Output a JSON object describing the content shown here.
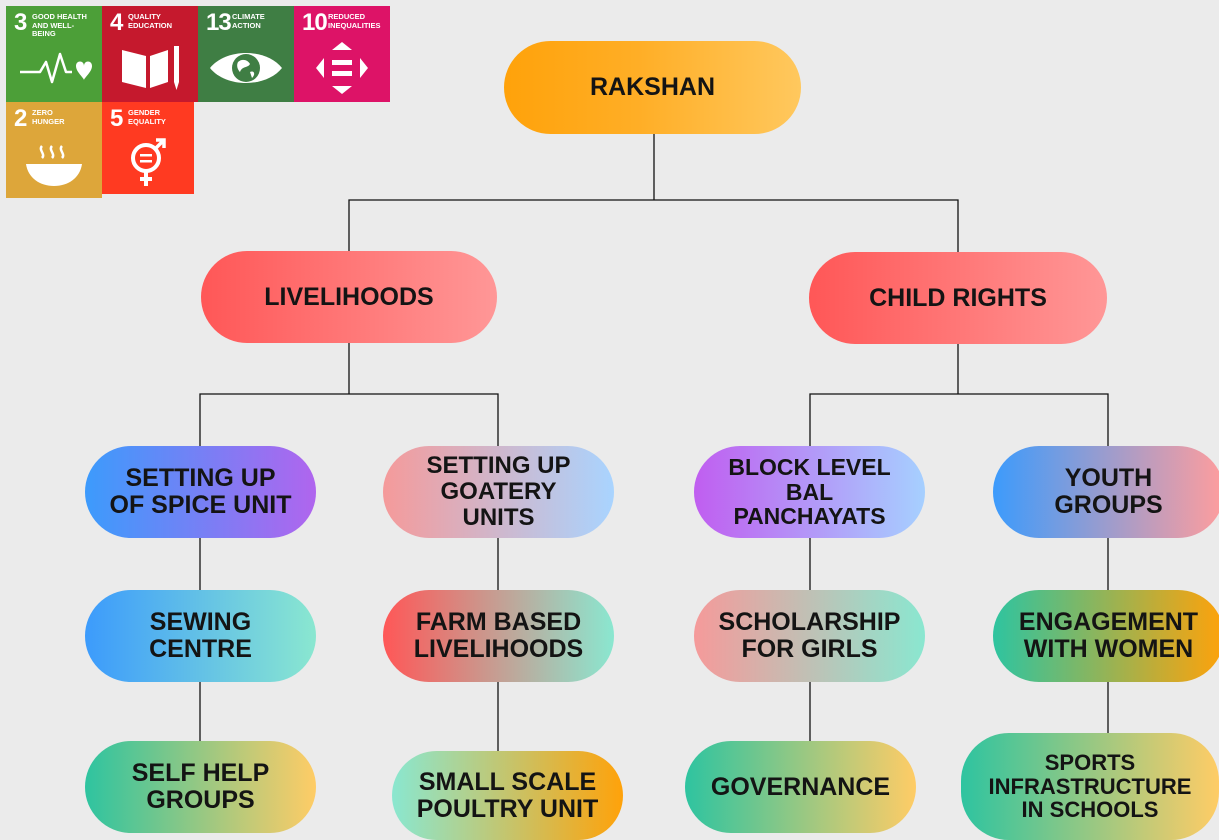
{
  "sdg_tiles": [
    {
      "number": "3",
      "label_line1": "GOOD HEALTH",
      "label_line2": "AND WELL-BEING",
      "color": "#4c9f38",
      "icon": "heartbeat-icon"
    },
    {
      "number": "4",
      "label_line1": "QUALITY",
      "label_line2": "EDUCATION",
      "color": "#c5192d",
      "icon": "book-pencil-icon"
    },
    {
      "number": "13",
      "label_line1": "CLIMATE",
      "label_line2": "ACTION",
      "color": "#3f7e44",
      "icon": "eye-globe-icon"
    },
    {
      "number": "10",
      "label_line1": "REDUCED",
      "label_line2": "INEQUALITIES",
      "color": "#dd1367",
      "icon": "equal-arrows-icon"
    },
    {
      "number": "2",
      "label_line1": "ZERO",
      "label_line2": "HUNGER",
      "color": "#dda63a",
      "icon": "bowl-icon"
    },
    {
      "number": "5",
      "label_line1": "GENDER",
      "label_line2": "EQUALITY",
      "color": "#ff3a21",
      "icon": "gender-symbol-icon"
    }
  ],
  "tree": {
    "root": "RAKSHAN",
    "livelihoods": {
      "label": "LIVELIHOODS",
      "spice": [
        "SETTING UP",
        "OF SPICE UNIT"
      ],
      "goatery": [
        "SETTING UP",
        "GOATERY",
        "UNITS"
      ],
      "sewing": [
        "SEWING",
        "CENTRE"
      ],
      "farm": [
        "FARM BASED",
        "LIVELIHOODS"
      ],
      "shg": [
        "SELF HELP",
        "GROUPS"
      ],
      "poultry": [
        "SMALL SCALE",
        "POULTRY UNIT"
      ]
    },
    "child_rights": {
      "label": "CHILD RIGHTS",
      "bal": [
        "BLOCK LEVEL",
        "BAL",
        "PANCHAYATS"
      ],
      "youth": [
        "YOUTH",
        "GROUPS"
      ],
      "scholarship": [
        "SCHOLARSHIP",
        "FOR GIRLS"
      ],
      "women": [
        "ENGAGEMENT",
        "WITH WOMEN"
      ],
      "governance": "GOVERNANCE",
      "sports": [
        "SPORTS",
        "INFRASTRUCTURE",
        "IN SCHOOLS"
      ]
    }
  }
}
